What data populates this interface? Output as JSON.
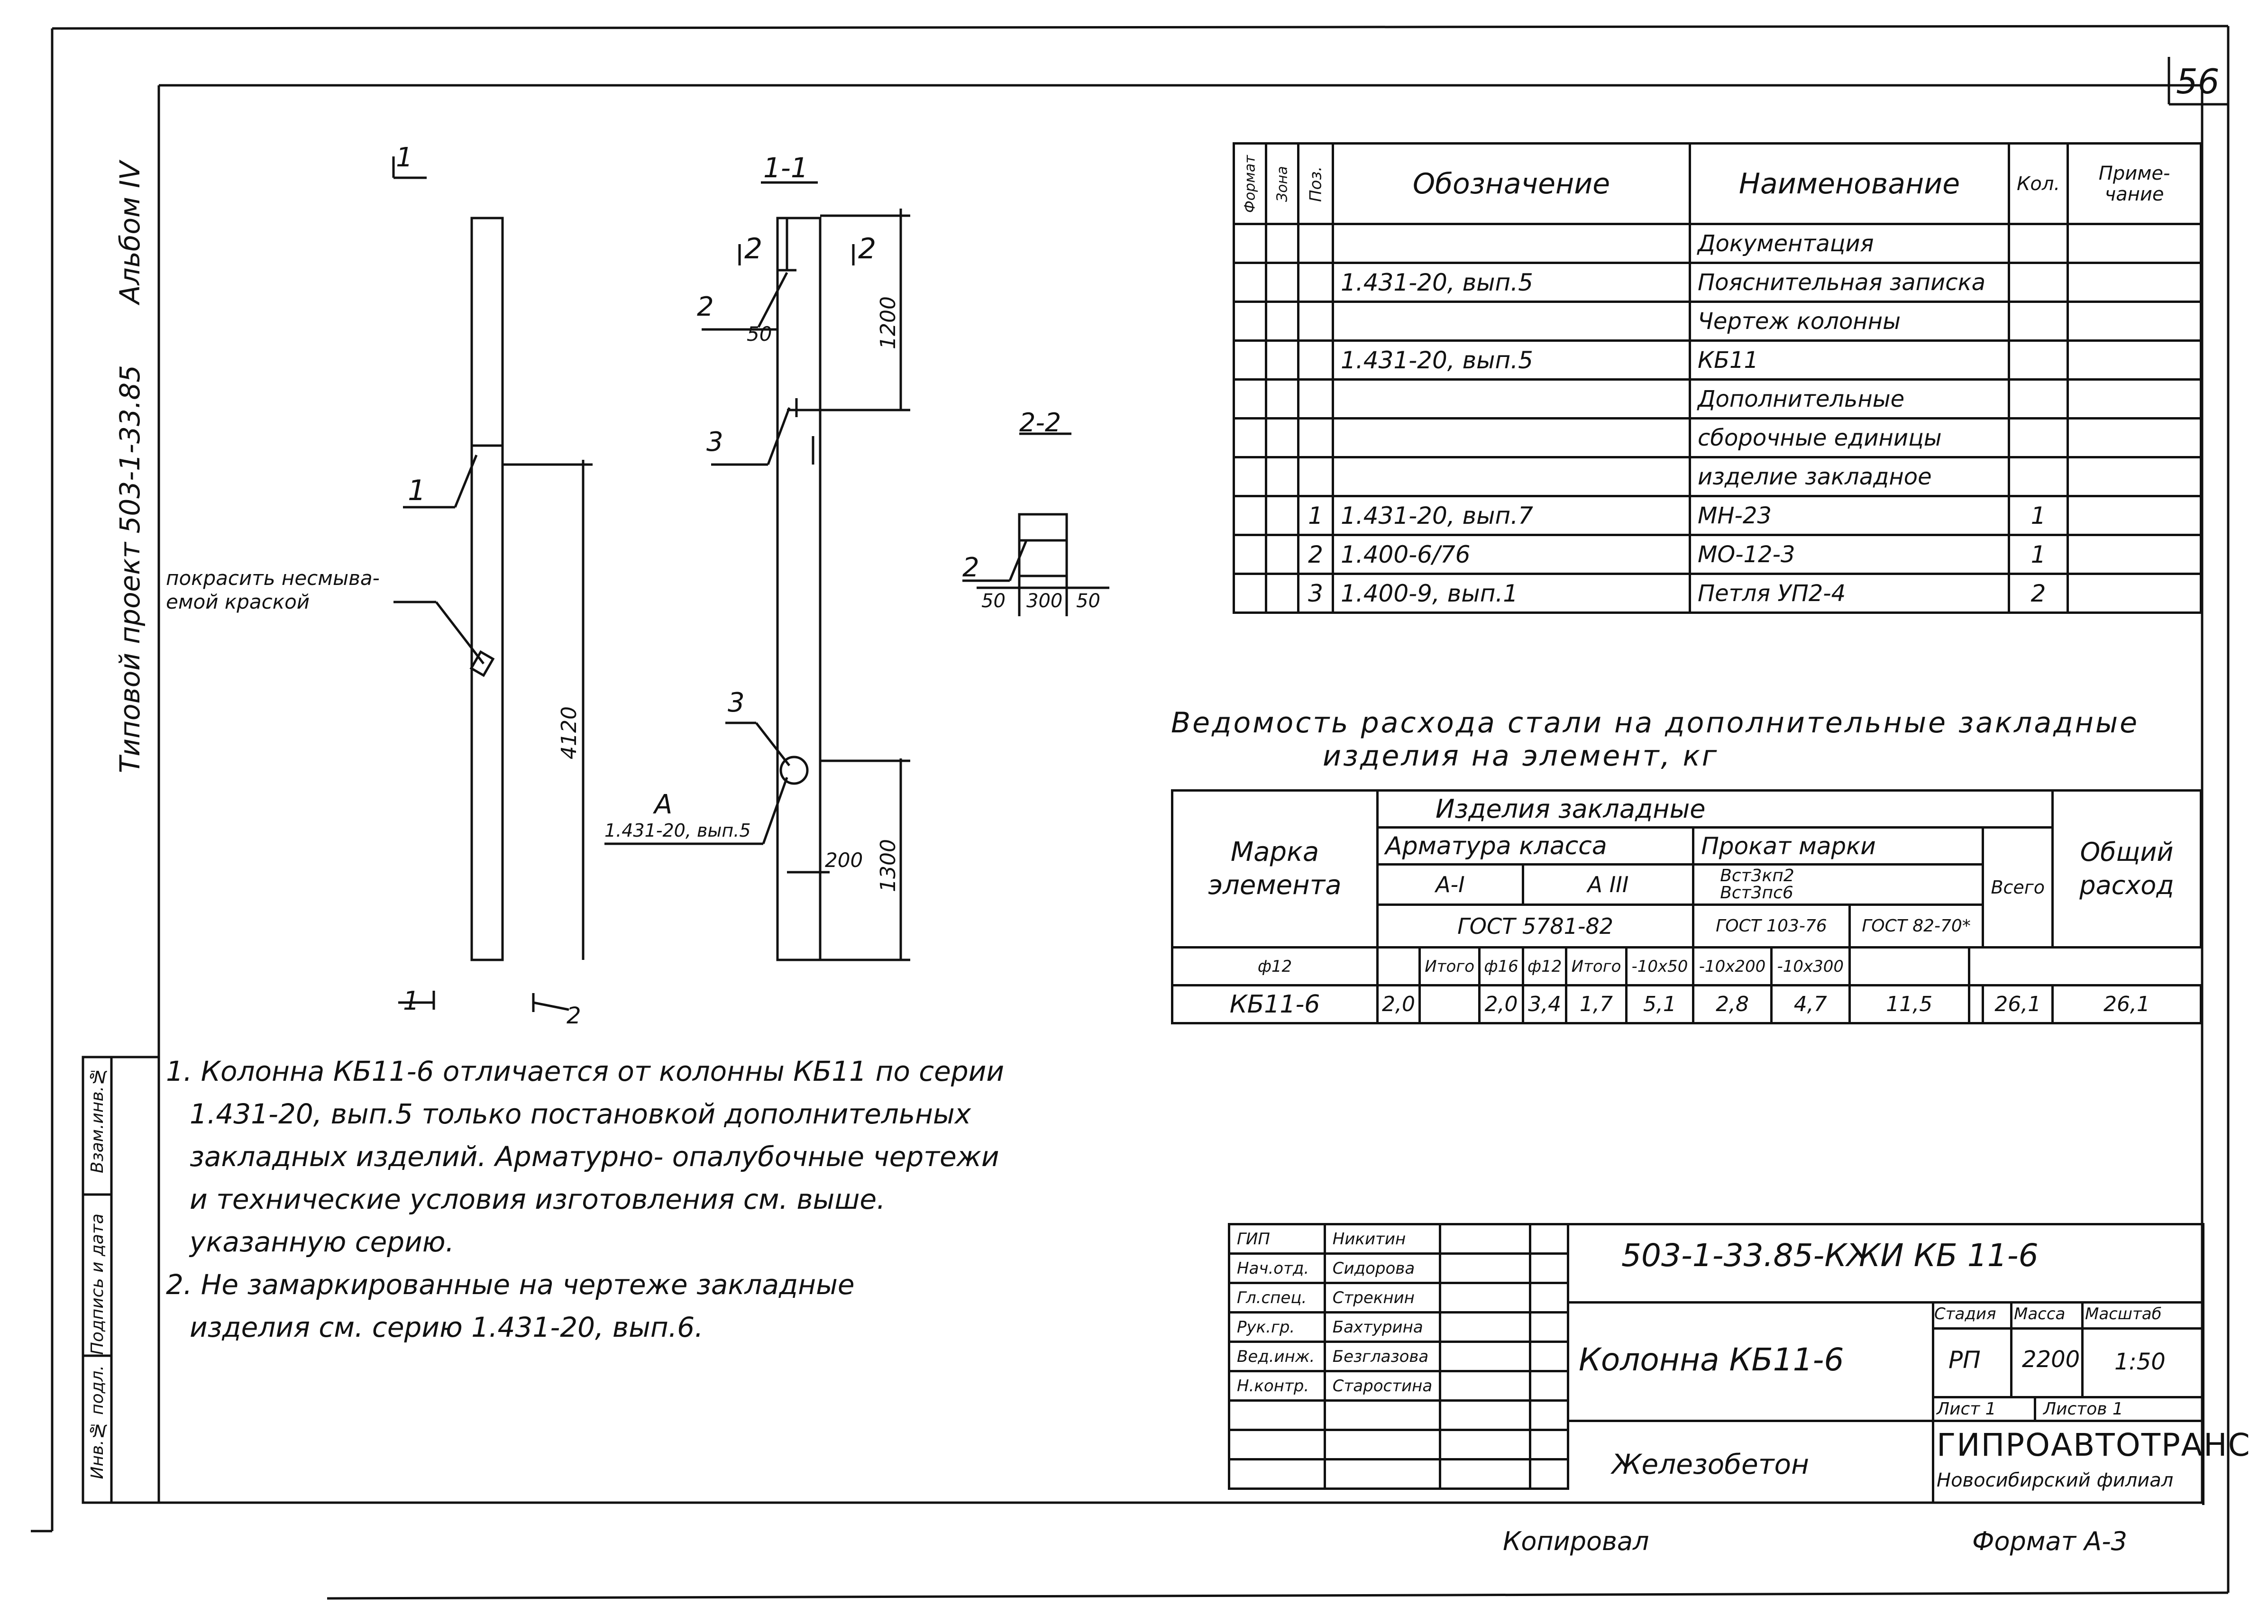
{
  "sheet_number": "56",
  "album": "Альбом IV",
  "typical_project": "Типовой проект 503-1-33.85",
  "section_label": "1-1",
  "section2_label": "2-2",
  "markers": {
    "pos1": "1",
    "pos2": "2",
    "pos3": "3",
    "pos3b": "3",
    "pos2b": "2",
    "pos2c": "2",
    "arrow1": "1",
    "arrow2": "2",
    "arrow_bottom_left": "1",
    "arrow_bottom_right": "2",
    "a_label": "A",
    "a_ref": "1.431-20, вып.5"
  },
  "dims": {
    "d1200": "1200",
    "d50": "50",
    "d4120": "4120",
    "d200": "200",
    "d1300": "1300",
    "d2_50a": "50",
    "d2_300": "300",
    "d2_50b": "50"
  },
  "paint_note": [
    "покрасить несмыва-",
    "емой краской"
  ],
  "spec_table": {
    "headers": [
      "Формат",
      "Зона",
      "Поз.",
      "Обозначение",
      "Наименование",
      "Кол.",
      "Приме-чание"
    ],
    "rows": [
      [
        "",
        "",
        "",
        "",
        "Документация",
        "",
        ""
      ],
      [
        "",
        "",
        "",
        "1.431-20, вып.5",
        "Пояснительная записка",
        "",
        ""
      ],
      [
        "",
        "",
        "",
        "",
        "Чертеж колонны",
        "",
        ""
      ],
      [
        "",
        "",
        "",
        "1.431-20, вып.5",
        "КБ11",
        "",
        ""
      ],
      [
        "",
        "",
        "",
        "",
        "Дополнительные",
        "",
        ""
      ],
      [
        "",
        "",
        "",
        "",
        "сборочные единицы",
        "",
        ""
      ],
      [
        "",
        "",
        "",
        "",
        "изделие закладное",
        "",
        ""
      ],
      [
        "",
        "",
        "1",
        "1.431-20, вып.7",
        "МН-23",
        "1",
        ""
      ],
      [
        "",
        "",
        "2",
        "1.400-6/76",
        "МО-12-3",
        "1",
        ""
      ],
      [
        "",
        "",
        "3",
        "1.400-9, вып.1",
        "Петля УП2-4",
        "2",
        ""
      ]
    ]
  },
  "steel_title": [
    "Ведомость расхода стали на дополнительные закладные",
    "изделия на элемент, кг"
  ],
  "steel_table": {
    "mark_header": "Марка элемента",
    "group_header": "Изделия закладные",
    "rebar_header": "Арматура класса",
    "rolled_header": "Прокат марки",
    "class_a1": "А-I",
    "class_a3": "А III",
    "gost_5781": "ГОСТ 5781-82",
    "steel_grades": [
      "Вст3кп2",
      "Вст3пс6"
    ],
    "gost_103": "ГОСТ 103-76",
    "gost_82": "ГОСТ 82-70*",
    "total_header": "Всего",
    "overall_header": "Общий расход",
    "subheads": [
      "ф12",
      "",
      "Итого",
      "ф16",
      "ф12",
      "Итого",
      "-10х50",
      "-10х200",
      "-10х300",
      "",
      "",
      ""
    ],
    "row": [
      "КБ11-6",
      "2,0",
      "",
      "2,0",
      "3,4",
      "1,7",
      "5,1",
      "2,8",
      "4,7",
      "11,5",
      "",
      "26,1",
      "26,1"
    ]
  },
  "notes": [
    "1. Колонна КБ11-6 отличается от колонны КБ11 по серии",
    "1.431-20, вып.5 только постановкой дополнительных",
    "закладных изделий. Арматурно- опалубочные чертежи",
    "и технические условия изготовления см. выше.",
    "указанную серию.",
    "2. Не замаркированные на чертеже закладные",
    "изделия см.                       серию 1.431-20, вып.6."
  ],
  "left_stamp": [
    "Инв.№ подл.",
    "Подпись и дата",
    "Взам.инв.№"
  ],
  "title_block": {
    "doc_code": "503-1-33.85-КЖИ КБ 11-6",
    "roles": [
      [
        "ГИП",
        "Никитин"
      ],
      [
        "Нач.отд.",
        "Сидорова"
      ],
      [
        "Гл.спец.",
        "Стрекнин"
      ],
      [
        "Рук.гр.",
        "Бахтурина"
      ],
      [
        "Вед.инж.",
        "Безглазова"
      ],
      [
        "Н.контр.",
        "Старостина"
      ],
      [
        "",
        ""
      ],
      [
        "",
        ""
      ],
      [
        "",
        ""
      ]
    ],
    "object_name": "Колонна КБ11-6",
    "stage_header": "Стадия",
    "mass_header": "Масса",
    "scale_header": "Масштаб",
    "stage": "РП",
    "mass": "2200",
    "scale": "1:50",
    "sheet": "Лист 1",
    "sheets": "Листов 1",
    "material": "Железобетон",
    "org": "ГИПРОАВТОТРАНС",
    "branch": "Новосибирский филиал"
  },
  "copied": "Копировал",
  "format": "Формат А-3"
}
